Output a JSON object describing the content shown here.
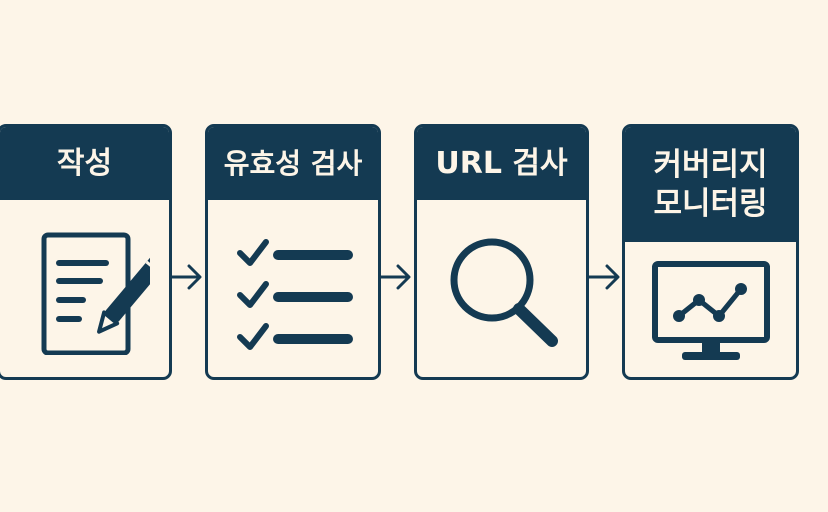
{
  "steps": [
    {
      "title": "작성",
      "icon": "document-pencil-icon"
    },
    {
      "title": "유효성 검사",
      "icon": "checklist-icon"
    },
    {
      "title": "URL 검사",
      "icon": "magnifier-icon"
    },
    {
      "title_line1": "커버리지",
      "title_line2": "모니터링",
      "icon": "monitor-chart-icon"
    }
  ],
  "colors": {
    "primary": "#143a52",
    "background": "#fdf5e8"
  }
}
